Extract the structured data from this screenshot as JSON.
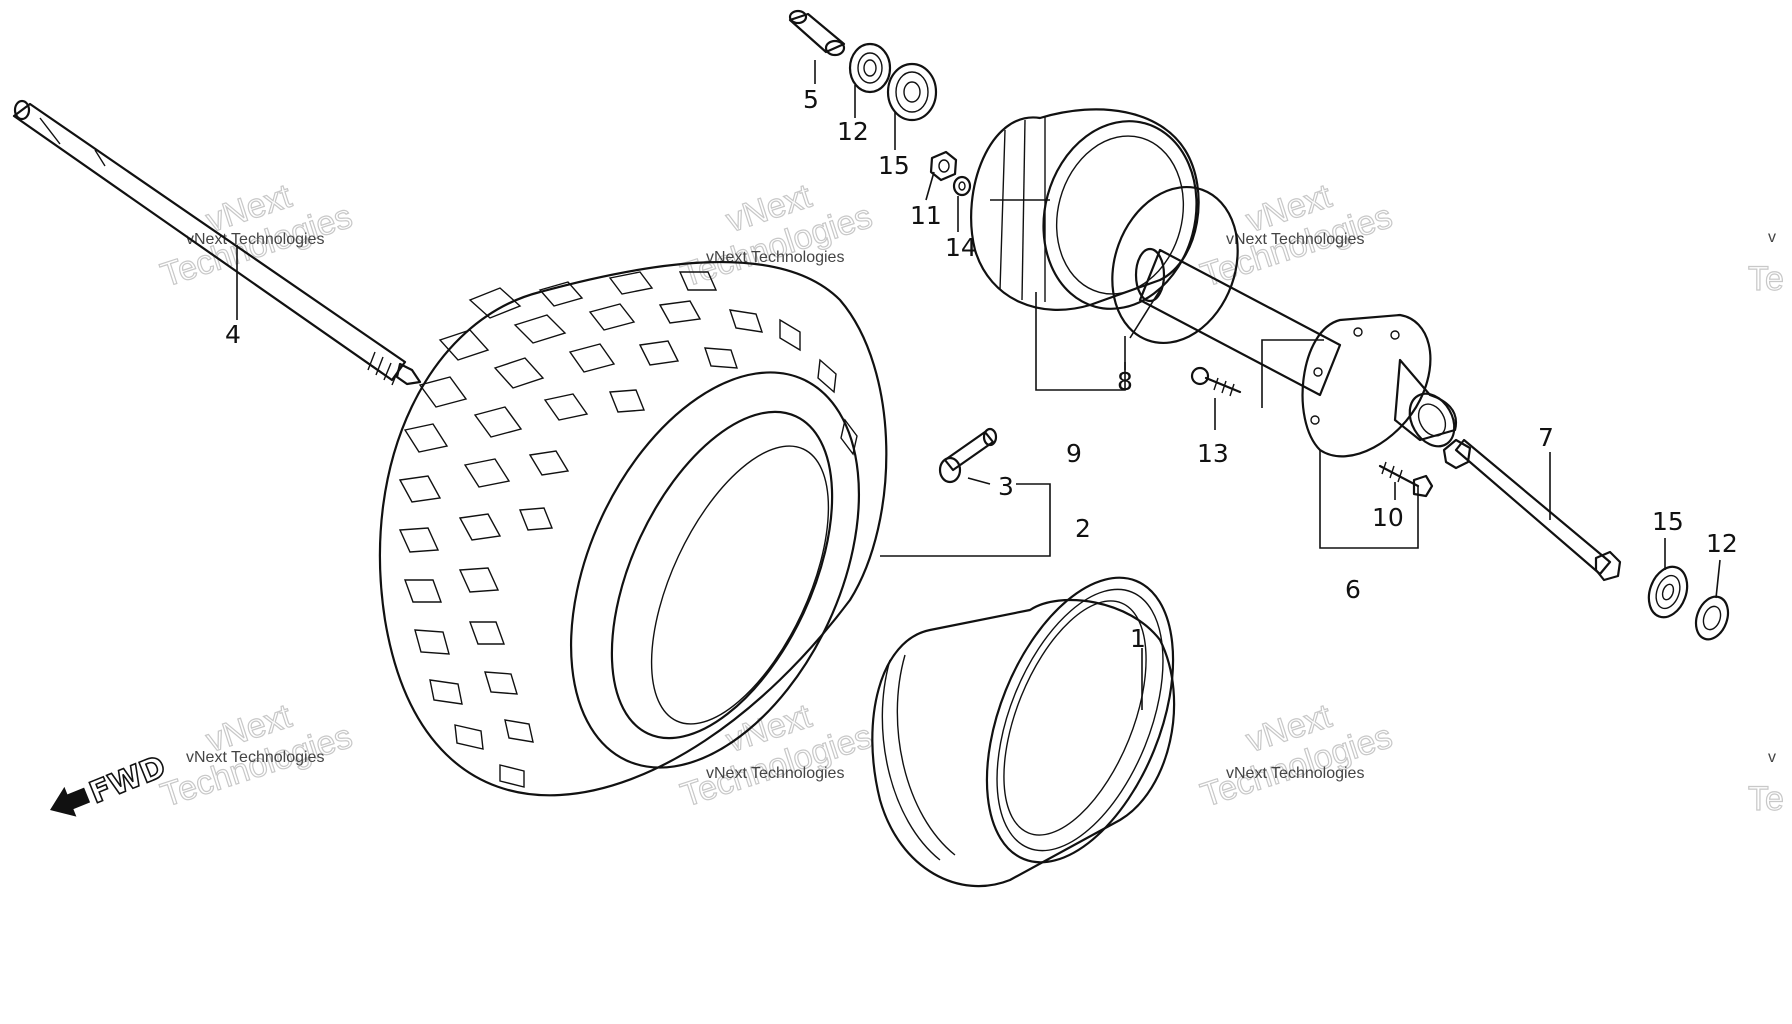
{
  "diagram": {
    "direction_label": "FWD",
    "watermark": {
      "line1": "vNext",
      "line2": "Technologies",
      "caption": "vNext Technologies",
      "edge_small": "v",
      "edge_big": "Te"
    },
    "callouts": [
      {
        "id": "1",
        "text": "1",
        "part": "rim"
      },
      {
        "id": "2",
        "text": "2",
        "part": "tire"
      },
      {
        "id": "3",
        "text": "3",
        "part": "valve"
      },
      {
        "id": "4",
        "text": "4",
        "part": "axle"
      },
      {
        "id": "5",
        "text": "5",
        "part": "collar"
      },
      {
        "id": "6",
        "text": "6",
        "part": "hub"
      },
      {
        "id": "7",
        "text": "7",
        "part": "axle-bolt"
      },
      {
        "id": "8",
        "text": "8",
        "part": "snap-ring"
      },
      {
        "id": "9",
        "text": "9",
        "part": "brake-drum"
      },
      {
        "id": "10",
        "text": "10",
        "part": "hub-bolt"
      },
      {
        "id": "11",
        "text": "11",
        "part": "nut"
      },
      {
        "id": "12a",
        "text": "12",
        "part": "dust-seal-top"
      },
      {
        "id": "12b",
        "text": "12",
        "part": "dust-seal-right"
      },
      {
        "id": "13",
        "text": "13",
        "part": "drum-bolt"
      },
      {
        "id": "14",
        "text": "14",
        "part": "washer"
      },
      {
        "id": "15a",
        "text": "15",
        "part": "bearing-top"
      },
      {
        "id": "15b",
        "text": "15",
        "part": "bearing-right"
      }
    ]
  }
}
